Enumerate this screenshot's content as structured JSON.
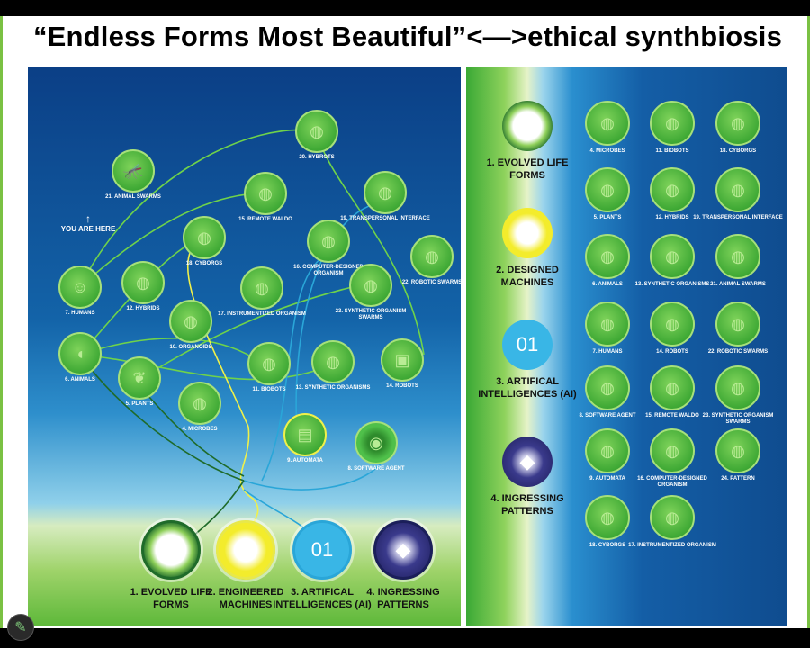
{
  "title": "“Endless Forms Most Beautiful”<—>ethical synthbiosis",
  "left_panel": {
    "you_are_here": "YOU ARE HERE",
    "nodes": [
      {
        "label": "21. ANIMAL SWARMS",
        "icon": "insect-icon"
      },
      {
        "label": "20. HYBROTS",
        "icon": "brain-robot-icon"
      },
      {
        "label": "15. REMOTE WALDO",
        "icon": "remote-waldo-icon"
      },
      {
        "label": "19. TRANSPERSONAL INTERFACE",
        "icon": "face-screen-icon"
      },
      {
        "label": "18. CYBORGS",
        "icon": "cyborg-head-icon"
      },
      {
        "label": "16. COMPUTER-DESIGNED ORGANISM",
        "icon": "xenobot-icon"
      },
      {
        "label": "22. ROBOTIC SWARMS",
        "icon": "drone-icon"
      },
      {
        "label": "7. HUMANS",
        "icon": "human-head-icon"
      },
      {
        "label": "12. HYBRIDS",
        "icon": "pegasus-icon"
      },
      {
        "label": "17. INSTRUMENTIZED ORGANISM",
        "icon": "plant-sensor-icon"
      },
      {
        "label": "23. SYNTHETIC ORGANISM SWARMS",
        "icon": "synthetic-swarm-icon"
      },
      {
        "label": "10. ORGANOIDS",
        "icon": "organoid-icon"
      },
      {
        "label": "6. ANIMALS",
        "icon": "dog-icon"
      },
      {
        "label": "11. BIOBOTS",
        "icon": "biobot-icon"
      },
      {
        "label": "13. SYNTHETIC ORGANISMS",
        "icon": "synthetic-organism-icon"
      },
      {
        "label": "14. ROBOTS",
        "icon": "robot-icon"
      },
      {
        "label": "5. PLANTS",
        "icon": "leaf-icon"
      },
      {
        "label": "4. MICROBES",
        "icon": "microbe-icon"
      },
      {
        "label": "9. AUTOMATA",
        "icon": "automaton-icon"
      },
      {
        "label": "8. SOFTWARE AGENT",
        "icon": "software-agent-icon"
      }
    ],
    "categories": [
      {
        "label": "1. EVOLVED LIFE FORMS",
        "icon": "cells-icon",
        "color": "#1f6b2a",
        "fill": "#ffffff"
      },
      {
        "label": "2. ENGINEERED MACHINES",
        "icon": "gears-icon",
        "color": "#e8e84a",
        "fill": "#f3ec2c"
      },
      {
        "label": "3. ARTIFICAL INTELLIGENCES (AI)",
        "icon": "binary-icon",
        "color": "#2aa6d8",
        "fill": "#39b6e6"
      },
      {
        "label": "4. INGRESSING PATTERNS",
        "icon": "pattern-icon",
        "color": "#1b1f5a",
        "fill": "#3a3a8c"
      }
    ]
  },
  "right_panel": {
    "categories": [
      {
        "label": "1. EVOLVED LIFE FORMS",
        "icon": "cells-icon",
        "fill": "#1f6b2a"
      },
      {
        "label": "2. DESIGNED MACHINES",
        "icon": "gears-icon",
        "fill": "#f3ec2c"
      },
      {
        "label": "3. ARTIFICAL INTELLIGENCES (AI)",
        "icon": "binary-icon",
        "fill": "#39b6e6"
      },
      {
        "label": "4. INGRESSING PATTERNS",
        "icon": "pattern-icon",
        "fill": "#2e2e78"
      }
    ],
    "grid": [
      "4. MICROBES",
      "11. BIOBOTS",
      "18. CYBORGS",
      "5. PLANTS",
      "12. HYBRIDS",
      "19. TRANSPERSONAL INTERFACE",
      "6. ANIMALS",
      "13. SYNTHETIC ORGANISMS",
      "21. ANIMAL SWARMS",
      "7. HUMANS",
      "14. ROBOTS",
      "22. ROBOTIC SWARMS",
      "8. SOFTWARE AGENT",
      "15. REMOTE WALDO",
      "23. SYNTHETIC ORGANISM SWARMS",
      "9. AUTOMATA",
      "16. COMPUTER-DESIGNED ORGANISM",
      "24. PATTERN",
      "18. CYBORGS",
      "17. INSTRUMENTIZED ORGANISM"
    ]
  },
  "edit_button": "pencil-icon"
}
